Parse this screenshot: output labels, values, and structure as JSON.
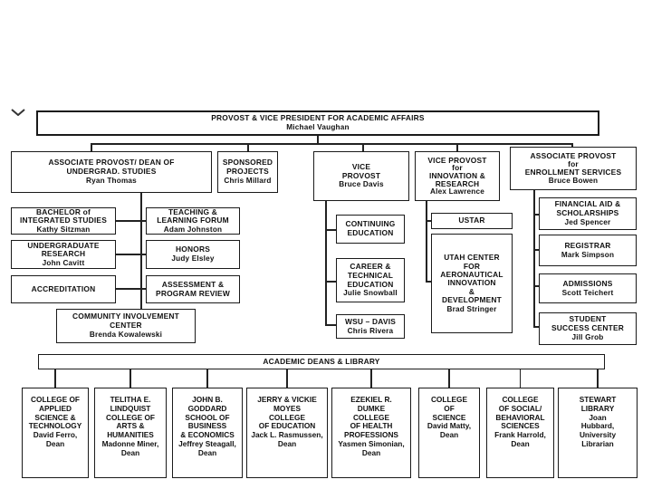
{
  "top": {
    "title": "PROVOST & VICE PRESIDENT FOR ACADEMIC AFFAIRS",
    "name": "Michael Vaughan"
  },
  "assoc_provost_dean": {
    "title_1": "ASSOCIATE PROVOST/ DEAN of",
    "title_2": "UNDERGRAD. STUDIES",
    "name": "Ryan Thomas"
  },
  "sponsored": {
    "title_1": "SPONSORED",
    "title_2": "PROJECTS",
    "name": "Chris Millard"
  },
  "vice_provost": {
    "title_1": "VICE",
    "title_2": "PROVOST",
    "name": "Bruce Davis"
  },
  "vice_provost_innov": {
    "title_1": "VICE PROVOST",
    "title_2": "for",
    "title_3": "INNOVATION &",
    "title_4": "RESEARCH",
    "name": "Alex Lawrence"
  },
  "assoc_provost_enroll": {
    "title_1": "ASSOCIATE PROVOST",
    "title_2": "for",
    "title_3": "ENROLLMENT SERVICES",
    "name": "Bruce Bowen"
  },
  "bis": {
    "title_1": "BACHELOR of",
    "title_2": "INTEGRATED STUDIES",
    "name": "Kathy Sitzman"
  },
  "tlf": {
    "title_1": "TEACHING &",
    "title_2": "LEARNING FORUM",
    "name": "Adam Johnston"
  },
  "ugr": {
    "title_1": "UNDERGRADUATE",
    "title_2": "RESEARCH",
    "name": "John Cavitt"
  },
  "honors": {
    "title_1": "HONORS",
    "name": "Judy Elsley"
  },
  "accred": {
    "title_1": "ACCREDITATION"
  },
  "apr": {
    "title_1": "ASSESSMENT &",
    "title_2": "PROGRAM REVIEW"
  },
  "cic": {
    "title_1": "COMMUNITY INVOLVEMENT",
    "title_2": "CENTER",
    "name": "Brenda Kowalewski"
  },
  "ce": {
    "title_1": "CONTINUING",
    "title_2": "EDUCATION"
  },
  "cte": {
    "title_1": "CAREER &",
    "title_2": "TECHNICAL",
    "title_3": "EDUCATION",
    "name": "Julie Snowball"
  },
  "davis": {
    "title_1": "WSU – DAVIS",
    "name": "Chris Rivera"
  },
  "ustar": {
    "title_1": "USTAR"
  },
  "ucaid": {
    "title_1": "UTAH CENTER",
    "title_2": "FOR",
    "title_3": "AERONAUTICAL",
    "title_4": "INNOVATION",
    "title_5": "&",
    "title_6": "DEVELOPMENT",
    "name": "Brad Stringer"
  },
  "finaid": {
    "title_1": "FINANCIAL AID &",
    "title_2": "SCHOLARSHIPS",
    "name": "Jed Spencer"
  },
  "registrar": {
    "title_1": "REGISTRAR",
    "name": "Mark Simpson"
  },
  "admissions": {
    "title_1": "ADMISSIONS",
    "name": "Scott Teichert"
  },
  "ssc": {
    "title_1": "STUDENT",
    "title_2": "SUCCESS CENTER",
    "name": "Jill Grob"
  },
  "deans_bar": {
    "title": "ACADEMIC DEANS & LIBRARY"
  },
  "deans": [
    {
      "lines": [
        "COLLEGE OF",
        "APPLIED",
        "SCIENCE &",
        "TECHNOLOGY",
        "David Ferro,",
        "Dean"
      ]
    },
    {
      "lines": [
        "TELITHA E.",
        "LINDQUIST",
        "COLLEGE OF",
        "ARTS &",
        "HUMANITIES",
        "Madonne Miner,",
        "Dean"
      ]
    },
    {
      "lines": [
        "JOHN B.",
        "GODDARD",
        "SCHOOL OF",
        "BUSINESS",
        "& ECONOMICS",
        "Jeffrey Steagall,",
        "Dean"
      ]
    },
    {
      "lines": [
        "JERRY & VICKIE",
        "MOYES",
        "COLLEGE",
        "OF EDUCATION",
        "Jack L. Rasmussen,",
        "Dean"
      ]
    },
    {
      "lines": [
        "EZEKIEL R.",
        "DUMKE",
        "COLLEGE",
        "OF HEALTH",
        "PROFESSIONS",
        "Yasmen Simonian,",
        "Dean"
      ]
    },
    {
      "lines": [
        "COLLEGE",
        "OF",
        "SCIENCE",
        "David Matty,",
        "Dean"
      ]
    },
    {
      "lines": [
        "COLLEGE",
        "OF SOCIAL/",
        "BEHAVIORAL",
        "SCIENCES",
        "Frank Harrold,",
        "Dean"
      ]
    },
    {
      "lines": [
        "STEWART",
        "LIBRARY",
        "Joan",
        "Hubbard,",
        "University",
        "Librarian"
      ]
    }
  ]
}
